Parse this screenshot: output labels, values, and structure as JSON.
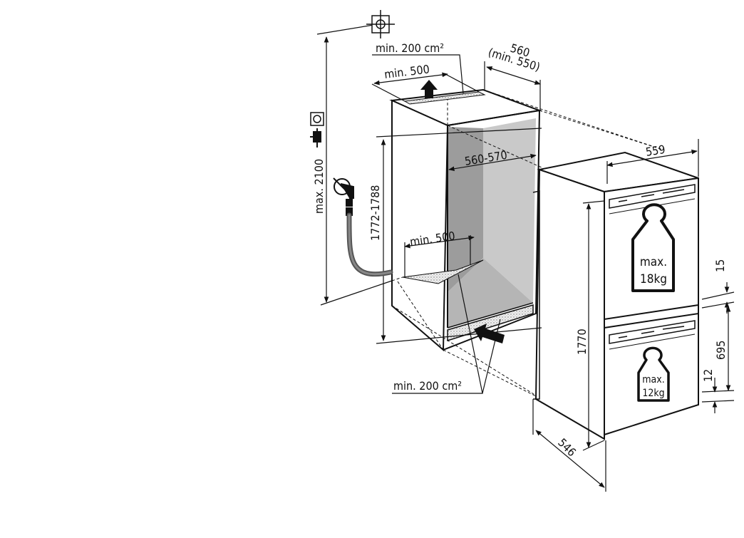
{
  "labels": {
    "vent_top_area": "min. 200 cm²",
    "vent_top_width": "min. 500",
    "niche_depth": "560",
    "niche_depth_min": "(min. 550)",
    "niche_width": "560-570",
    "niche_height": "1772-1788",
    "max_height": "max. 2100",
    "vent_bottom_width": "min. 500",
    "vent_bottom_area": "min. 200 cm²",
    "appliance_width": "559",
    "appliance_height": "1770",
    "appliance_depth": "546",
    "dim_15": "15",
    "dim_695": "695",
    "dim_12": "12",
    "weight_top_line1": "max.",
    "weight_top_line2": "18kg",
    "weight_bottom_line1": "max.",
    "weight_bottom_line2": "12kg"
  },
  "icons": [
    "crosshair-icon",
    "socket-icon",
    "plug-icon",
    "water-tap-icon",
    "arrow-up-icon",
    "arrow-in-icon"
  ],
  "colors": {
    "stroke": "#111111",
    "niche_back": "#c8c8c8",
    "niche_side": "#9a9a9a",
    "niche_floor": "#b4b4b4",
    "hatch": "#d8d8d8"
  }
}
